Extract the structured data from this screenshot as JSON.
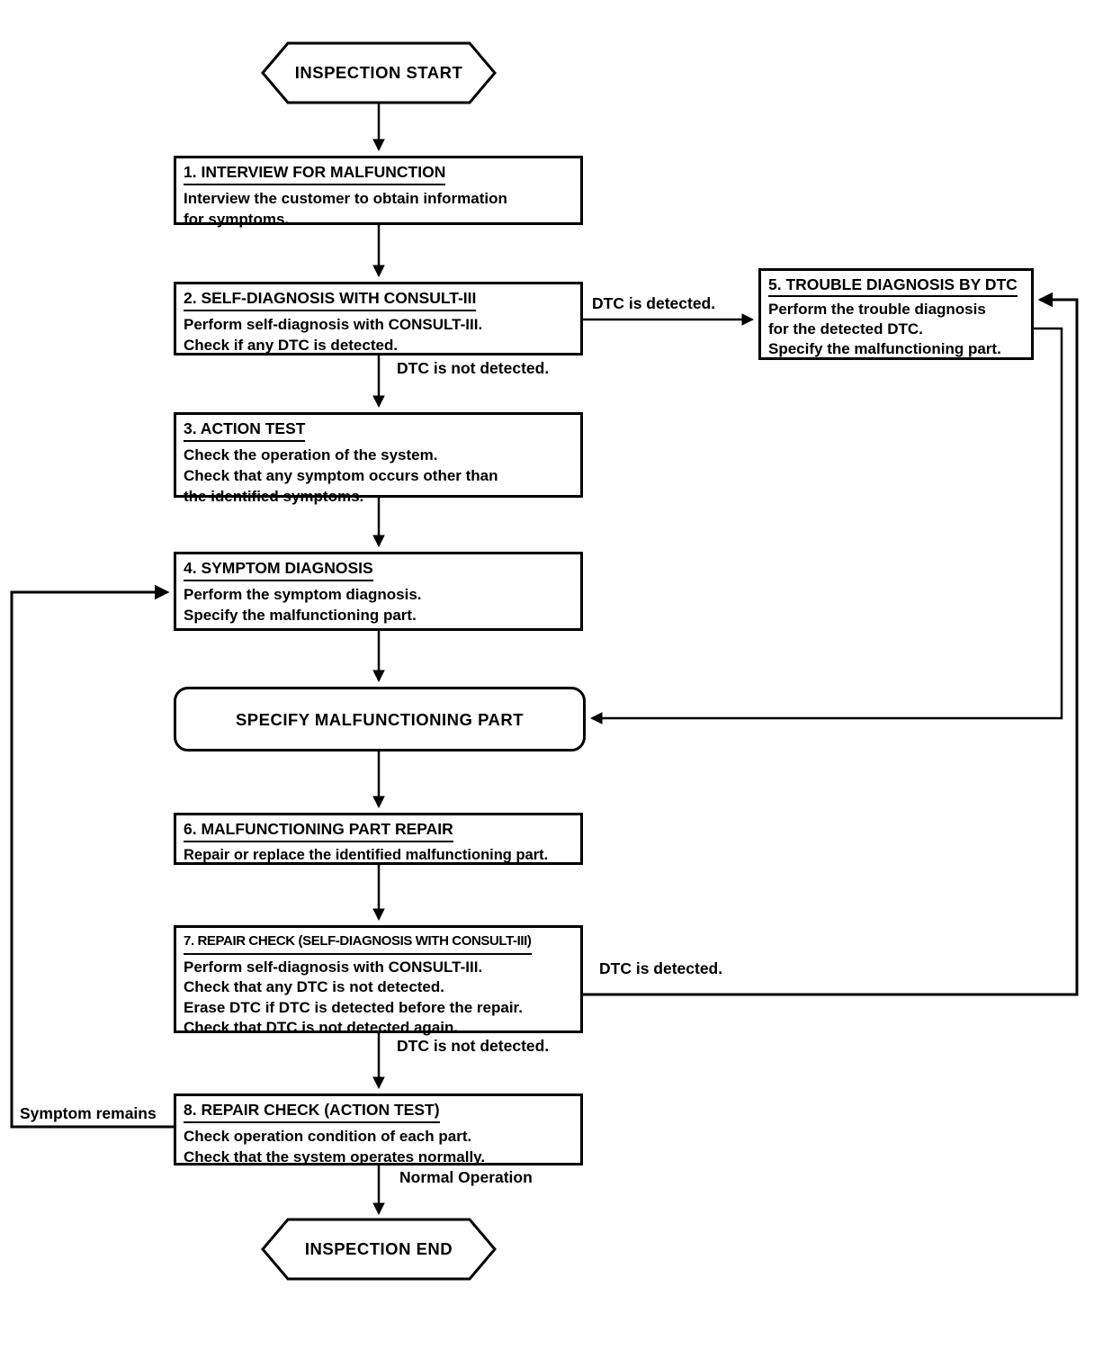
{
  "flowchart": {
    "start_label": "INSPECTION START",
    "end_label": "INSPECTION END",
    "specify_label": "SPECIFY MALFUNCTIONING PART",
    "steps": [
      {
        "title": "1. INTERVIEW FOR MALFUNCTION",
        "lines": [
          "Interview the customer to obtain information",
          "for symptoms."
        ]
      },
      {
        "title": "2. SELF-DIAGNOSIS WITH CONSULT-III",
        "lines": [
          "Perform self-diagnosis with CONSULT-III.",
          "Check if any DTC is detected."
        ]
      },
      {
        "title": "3. ACTION TEST",
        "lines": [
          "Check the operation of the system.",
          "Check that any symptom occurs other than",
          "the identified symptoms."
        ]
      },
      {
        "title": "4. SYMPTOM DIAGNOSIS",
        "lines": [
          "Perform the symptom diagnosis.",
          "Specify the malfunctioning part."
        ]
      },
      {
        "title": "5. TROUBLE DIAGNOSIS BY DTC",
        "lines": [
          "Perform the trouble diagnosis",
          "for the detected DTC.",
          "Specify the malfunctioning part."
        ]
      },
      {
        "title": "6. MALFUNCTIONING PART REPAIR",
        "lines": [
          "Repair or replace the identified malfunctioning part."
        ]
      },
      {
        "title": "7. REPAIR CHECK (SELF-DIAGNOSIS WITH CONSULT-III)",
        "lines": [
          "Perform self-diagnosis with CONSULT-III.",
          "Check that any DTC is not detected.",
          "Erase DTC if DTC is detected before the repair.",
          "Check that DTC is not detected again."
        ]
      },
      {
        "title": "8. REPAIR CHECK (ACTION TEST)",
        "lines": [
          "Check operation condition of each part.",
          "Check that the system operates normally."
        ]
      }
    ],
    "edge_labels": {
      "dtc_detected_top": "DTC is detected.",
      "dtc_not_detected_top": "DTC is not detected.",
      "dtc_detected_bottom": "DTC is detected.",
      "dtc_not_detected_bottom": "DTC is not detected.",
      "symptom_remains": "Symptom remains",
      "normal_operation": "Normal Operation"
    },
    "colors": {
      "line": "#000000",
      "background": "#ffffff"
    }
  }
}
